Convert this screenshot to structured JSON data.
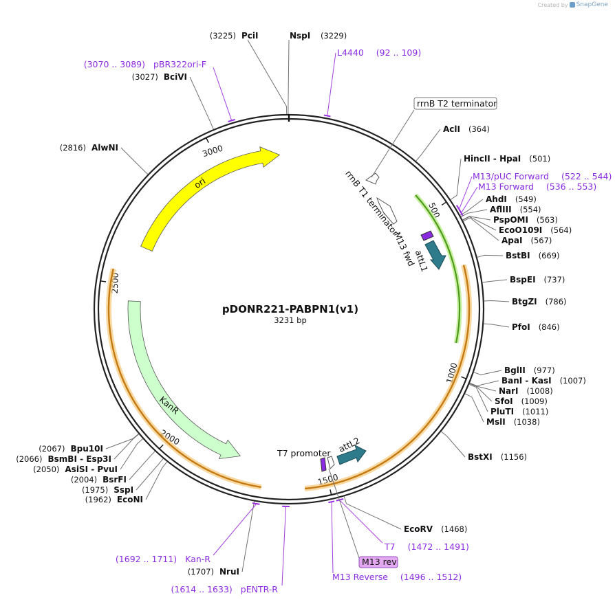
{
  "brand": {
    "prefix": "Created by",
    "name": "SnapGene"
  },
  "plasmid": {
    "name": "pDONR221-PABPN1(v1)",
    "size_label": "3231 bp",
    "length": 3231
  },
  "ticks": [
    {
      "pos": 500,
      "label": "500"
    },
    {
      "pos": 1000,
      "label": "1000"
    },
    {
      "pos": 1500,
      "label": "1500"
    },
    {
      "pos": 2000,
      "label": "2000"
    },
    {
      "pos": 2500,
      "label": "2500"
    },
    {
      "pos": 3000,
      "label": "3000"
    }
  ],
  "colors": {
    "ori": "#ffff00",
    "kanr": "#ccffcc",
    "att": "#2e7b8c",
    "primer": "#9a2be2",
    "outline": "#222222"
  },
  "sites": [
    {
      "name": "PciI",
      "pos_label": "(3225)",
      "pos": 3225
    },
    {
      "name": "NspI",
      "pos_label": "(3229)",
      "pos": 3229
    },
    {
      "name": "BciVI",
      "pos_label": "(3027)",
      "pos": 3027
    },
    {
      "name": "AlwNI",
      "pos_label": "(2816)",
      "pos": 2816
    },
    {
      "name": "AclI",
      "pos_label": "(364)",
      "pos": 364
    },
    {
      "name": "HincII  -  HpaI",
      "pos_label": "(501)",
      "pos": 501
    },
    {
      "name": "AhdI",
      "pos_label": "(549)",
      "pos": 549
    },
    {
      "name": "AflIII",
      "pos_label": "(554)",
      "pos": 554
    },
    {
      "name": "PspOMI",
      "pos_label": "(563)",
      "pos": 563
    },
    {
      "name": "EcoO109I",
      "pos_label": "(564)",
      "pos": 564
    },
    {
      "name": "ApaI",
      "pos_label": "(567)",
      "pos": 567
    },
    {
      "name": "BstBI",
      "pos_label": "(669)",
      "pos": 669
    },
    {
      "name": "BspEI",
      "pos_label": "(737)",
      "pos": 737
    },
    {
      "name": "BtgZI",
      "pos_label": "(786)",
      "pos": 786
    },
    {
      "name": "PfoI",
      "pos_label": "(846)",
      "pos": 846
    },
    {
      "name": "BglII",
      "pos_label": "(977)",
      "pos": 977
    },
    {
      "name": "BanI  -  KasI",
      "pos_label": "(1007)",
      "pos": 1007
    },
    {
      "name": "NarI",
      "pos_label": "(1008)",
      "pos": 1008
    },
    {
      "name": "SfoI",
      "pos_label": "(1009)",
      "pos": 1009
    },
    {
      "name": "PluTI",
      "pos_label": "(1011)",
      "pos": 1011
    },
    {
      "name": "MslI",
      "pos_label": "(1038)",
      "pos": 1038
    },
    {
      "name": "BstXI",
      "pos_label": "(1156)",
      "pos": 1156
    },
    {
      "name": "EcoRV",
      "pos_label": "(1468)",
      "pos": 1468
    },
    {
      "name": "NruI",
      "pos_label": "(1707)",
      "pos": 1707
    },
    {
      "name": "EcoNI",
      "pos_label": "(1962)",
      "pos": 1962
    },
    {
      "name": "SspI",
      "pos_label": "(1975)",
      "pos": 1975
    },
    {
      "name": "BsrFI",
      "pos_label": "(2004)",
      "pos": 2004
    },
    {
      "name": "AsiSI  -  PvuI",
      "pos_label": "(2050)",
      "pos": 2050
    },
    {
      "name": "BsmBI  -  Esp3I",
      "pos_label": "(2066)",
      "pos": 2066
    },
    {
      "name": "Bpu10I",
      "pos_label": "(2067)",
      "pos": 2067
    }
  ],
  "primers": [
    {
      "name": "L4440",
      "range": "(92 .. 109)",
      "start": 92,
      "end": 109
    },
    {
      "name": "pBR322ori-F",
      "range": "(3070 .. 3089)",
      "start": 3070,
      "end": 3089
    },
    {
      "name": "M13/pUC Forward",
      "range": "(522 .. 544)",
      "start": 522,
      "end": 544
    },
    {
      "name": "M13 Forward",
      "range": "(536 .. 553)",
      "start": 536,
      "end": 553
    },
    {
      "name": "T7",
      "range": "(1472 .. 1491)",
      "start": 1472,
      "end": 1491
    },
    {
      "name": "M13 Reverse",
      "range": "(1496 .. 1512)",
      "start": 1496,
      "end": 1512
    },
    {
      "name": "Kan-R",
      "range": "(1692 .. 1711)",
      "start": 1692,
      "end": 1711
    },
    {
      "name": "pENTR-R",
      "range": "(1614 .. 1633)",
      "start": 1614,
      "end": 1633
    }
  ],
  "features": {
    "rrnb_t2": "rrnB T2 terminator",
    "rrnb_t1": "rrnB T1 terminator",
    "m13_fwd": "M13 fwd",
    "attl1": "attL1",
    "attl2": "attL2",
    "t7_promoter": "T7 promoter",
    "m13_rev": "M13 rev",
    "ori": "ori",
    "kanr": "KanR"
  }
}
